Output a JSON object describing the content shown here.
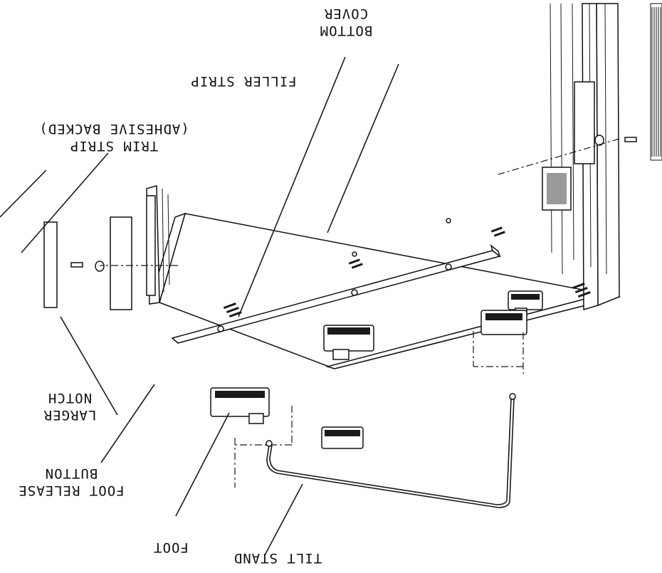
{
  "diagram": {
    "orientation": "rotated-180",
    "labels": {
      "bottom_cover_line1": "BOTTOM",
      "bottom_cover_line2": "COVER",
      "filler_strip": "FILLER STRIP",
      "trim_strip_line1": "TRIM STRIP",
      "trim_strip_line2": "(ADHESIVE BACKED)",
      "larger_notch_line1": "LARGER",
      "larger_notch_line2": "NOTCH",
      "foot_release_line1": "FOOT RELEASE",
      "foot_release_line2": "BUTTON",
      "foot": "FOOT",
      "tilt_stand": "TILT STAND"
    },
    "colors": {
      "ink": "#1a1a1a",
      "paper": "#ffffff"
    }
  }
}
